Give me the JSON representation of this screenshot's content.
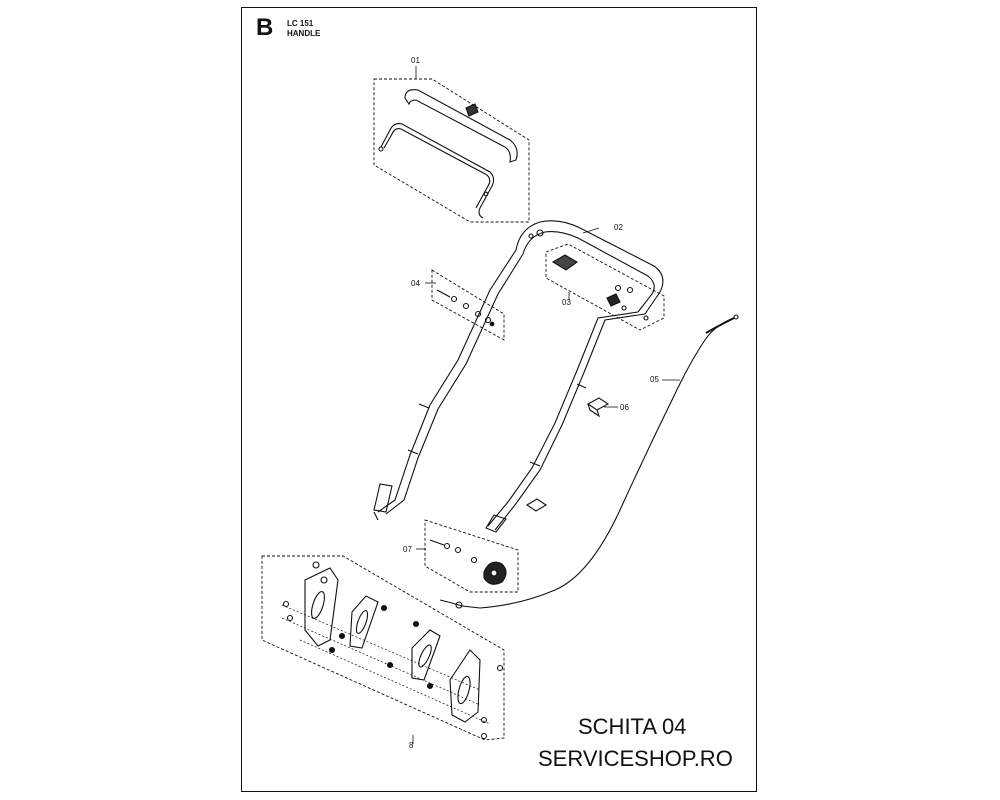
{
  "header": {
    "section_letter": "B",
    "model": "LC 151",
    "assembly": "HANDLE"
  },
  "callouts": {
    "c01": "01",
    "c02": "02",
    "c03": "03",
    "c04": "04",
    "c05": "05",
    "c06": "06",
    "c07": "07",
    "c08": "8"
  },
  "footer": {
    "line1": "SCHITA 04",
    "line2": "SERVICESHOP.RO"
  }
}
